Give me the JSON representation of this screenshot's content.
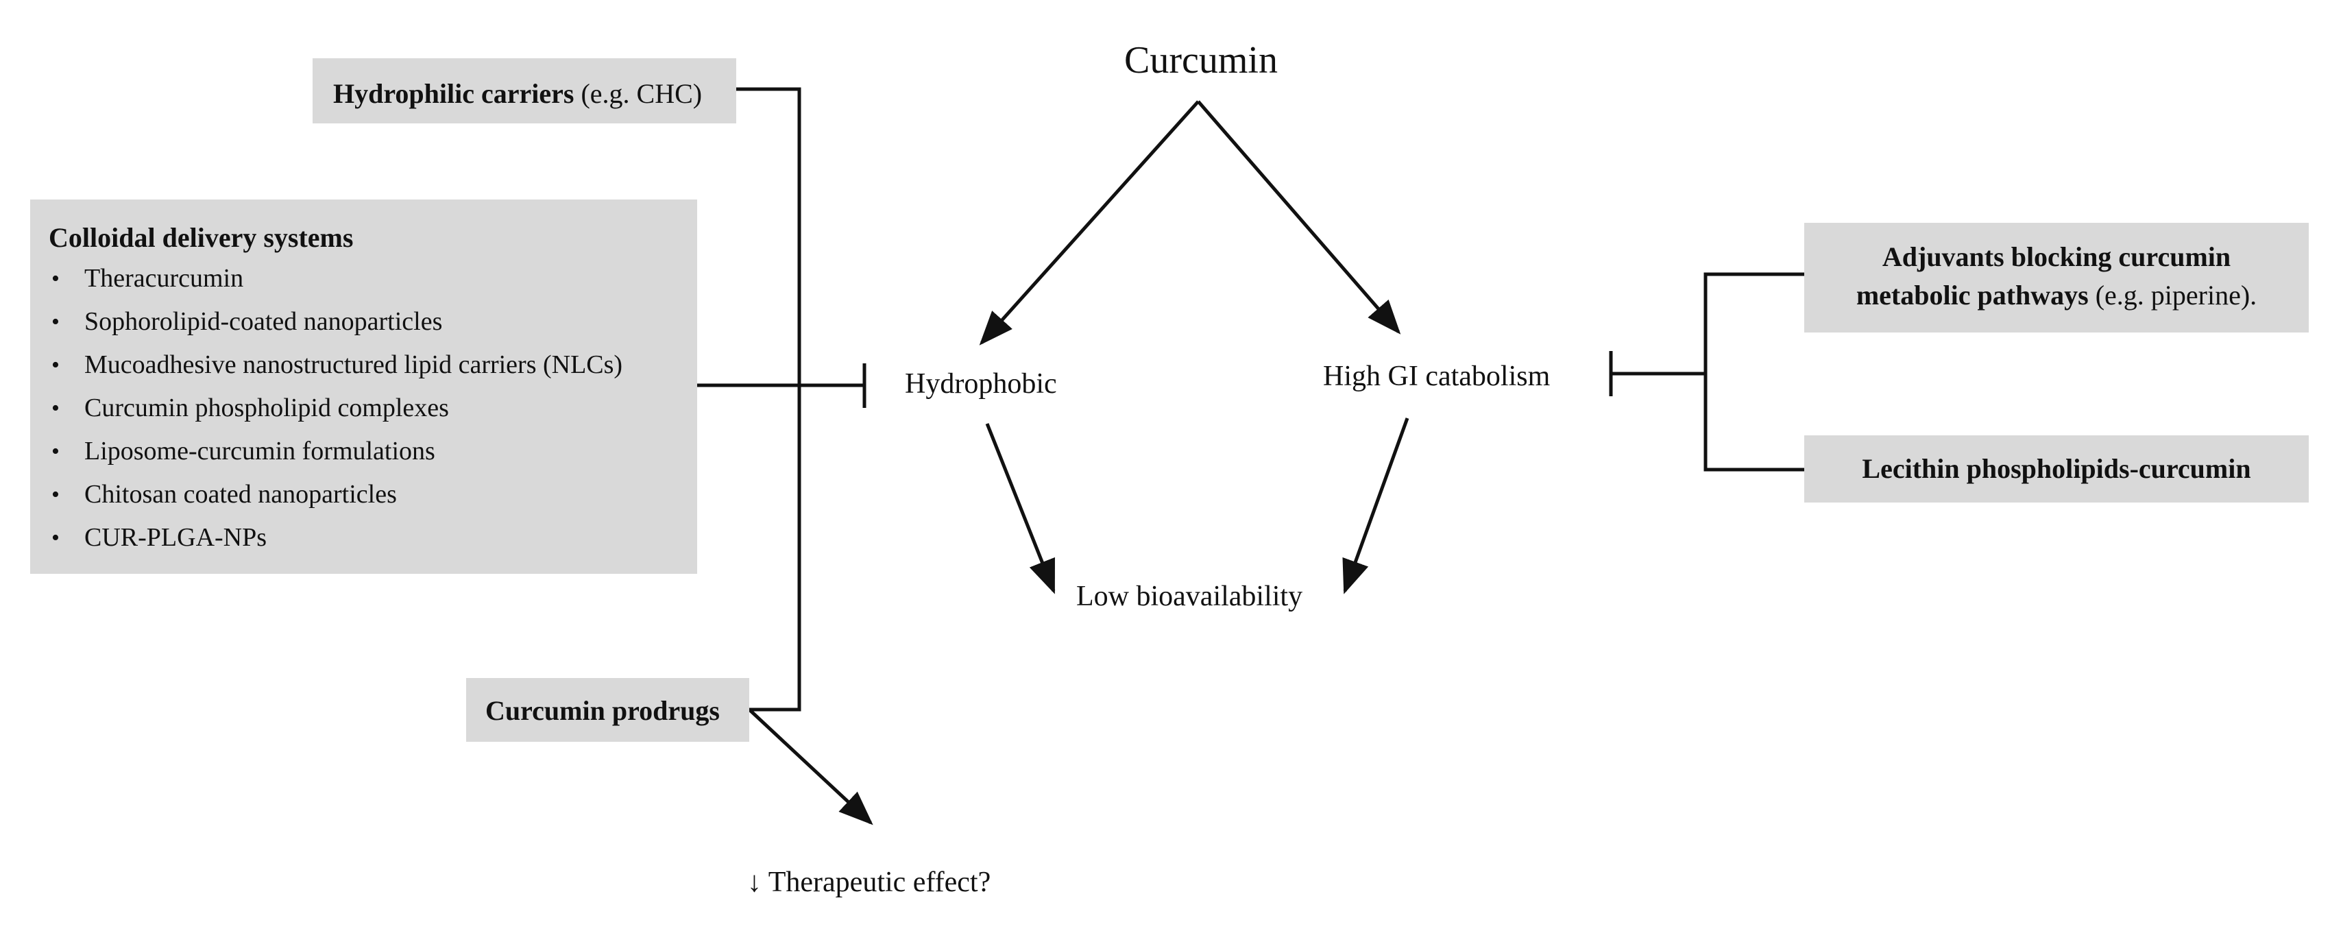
{
  "central": {
    "curcumin": "Curcumin",
    "hydrophobic": "Hydrophobic",
    "high_gi": "High GI catabolism",
    "low_bio": "Low bioavailability",
    "therapeutic_arrow": "↓",
    "therapeutic": "Therapeutic effect?"
  },
  "left": {
    "hydrophilic": {
      "bold": "Hydrophilic carriers",
      "normal": " (e.g. CHC)"
    },
    "colloidal": {
      "title": "Colloidal delivery systems",
      "items": [
        "Theracurcumin",
        "Sophorolipid-coated nanoparticles",
        "Mucoadhesive nanostructured lipid carriers (NLCs)",
        "Curcumin phospholipid complexes",
        "Liposome-curcumin formulations",
        "Chitosan coated nanoparticles",
        "CUR-PLGA-NPs"
      ]
    },
    "prodrugs": "Curcumin prodrugs"
  },
  "right": {
    "adjuvants": {
      "bold_line1": "Adjuvants blocking curcumin",
      "bold_line2": "metabolic pathways",
      "normal": " (e.g. piperine)."
    },
    "lecithin": "Lecithin phospholipids-curcumin"
  }
}
